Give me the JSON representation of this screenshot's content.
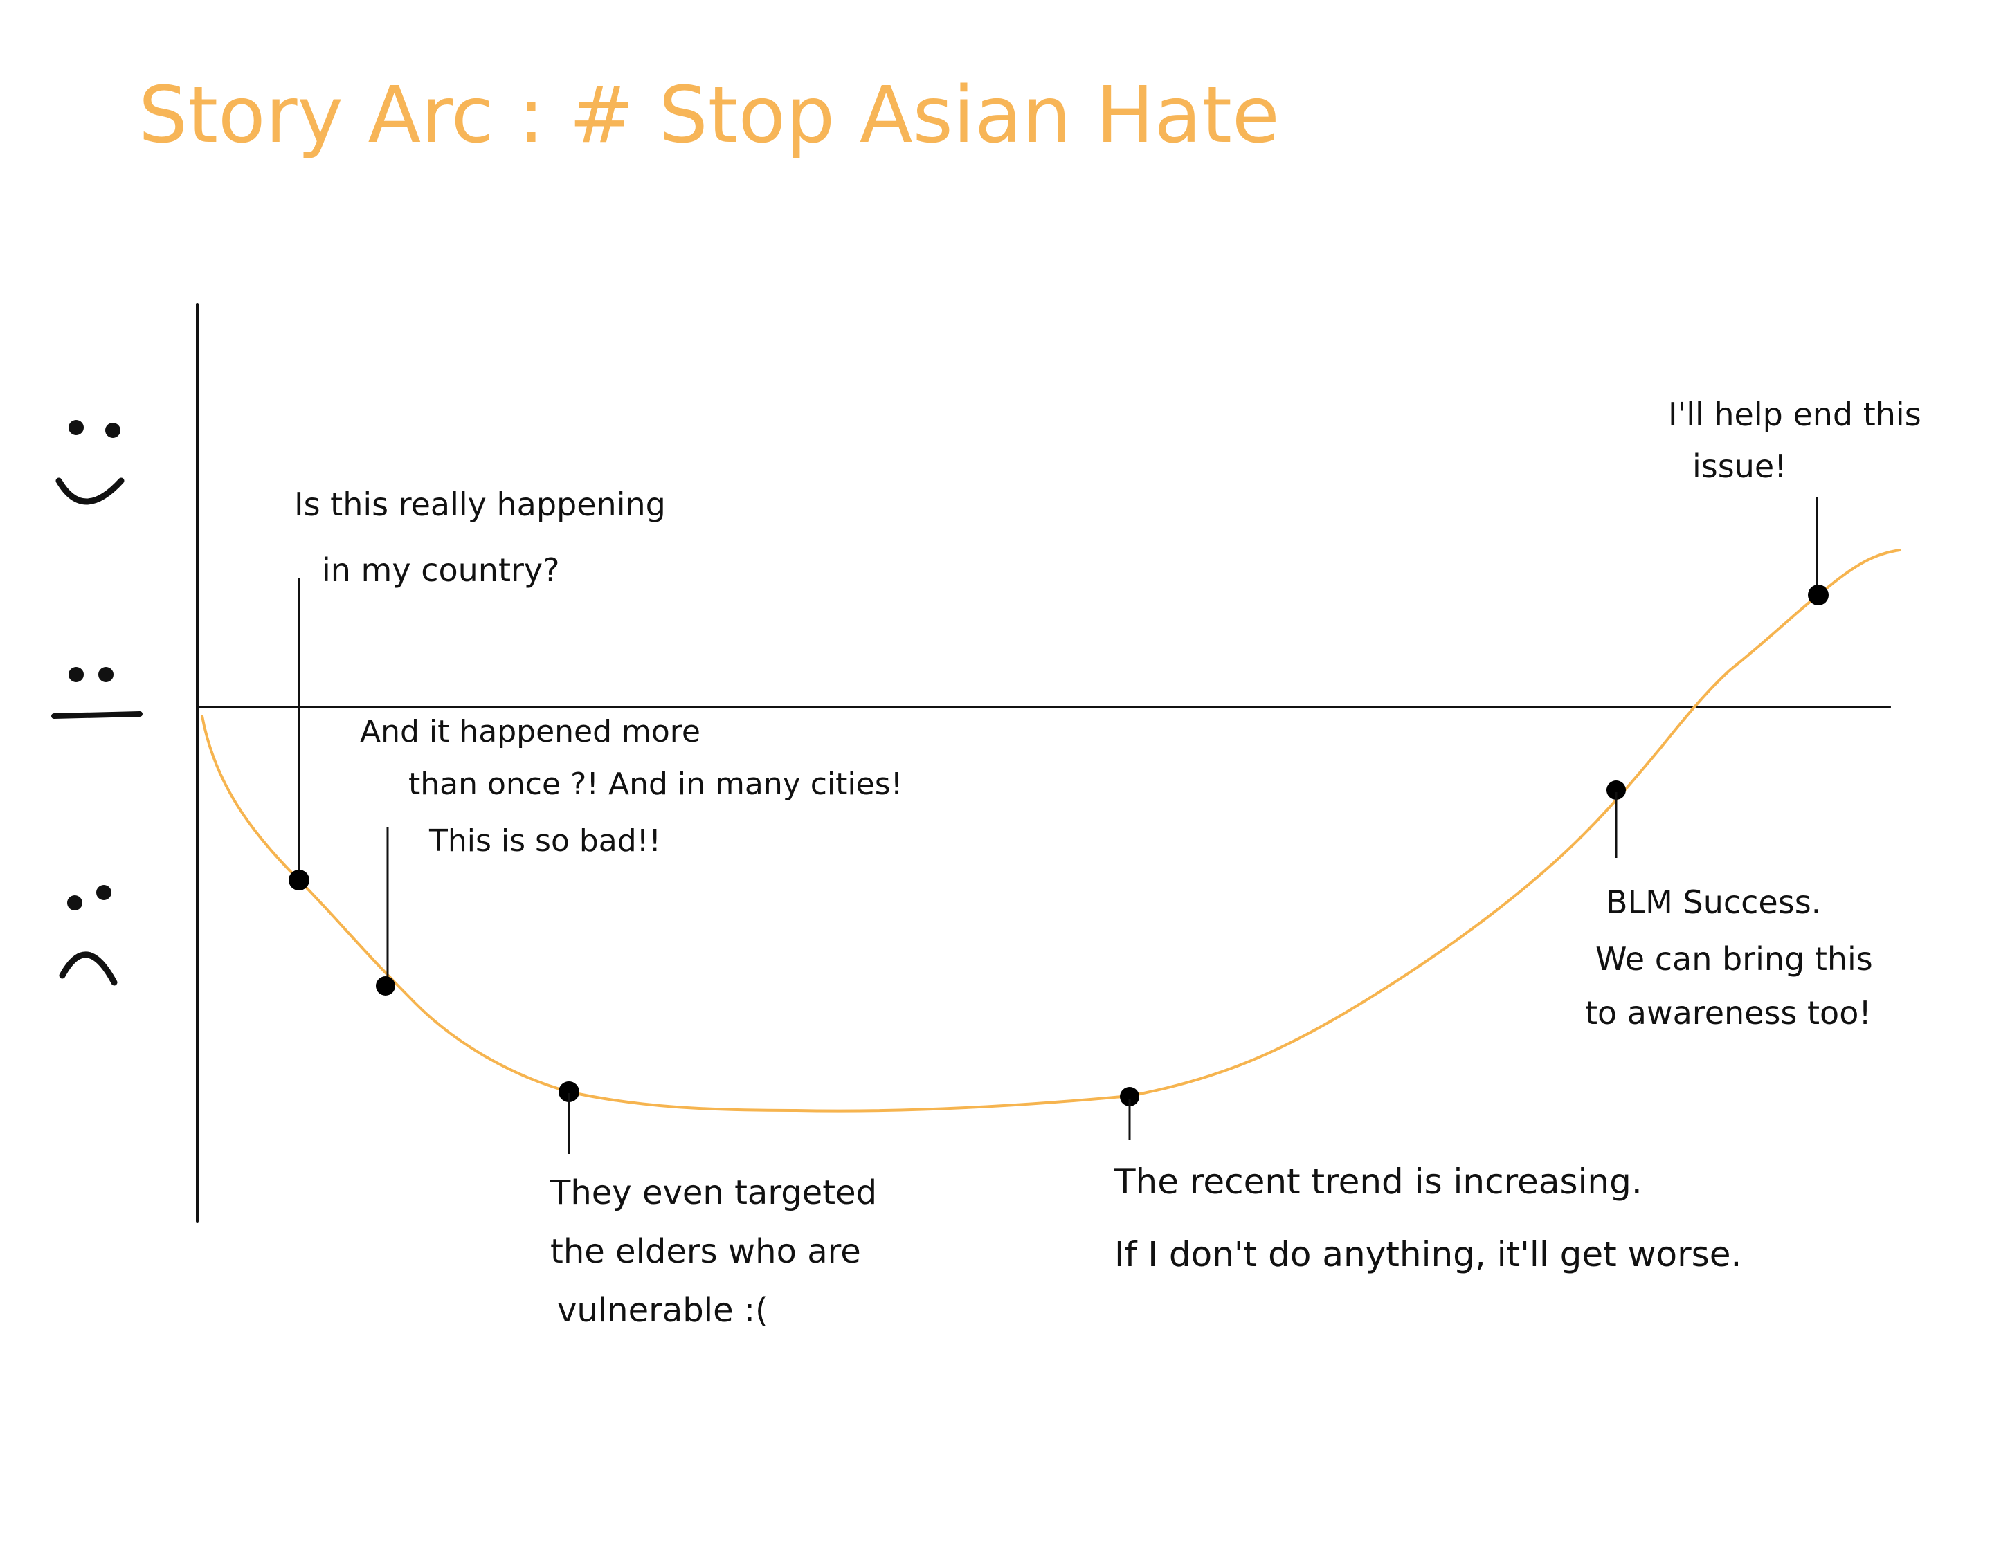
{
  "title": "Story Arc : # Stop Asian Hate",
  "colors": {
    "title": "#F7B557",
    "curve": "#F6B44F",
    "ink": "#111111",
    "background": "#FFFFFF"
  },
  "faces": [
    {
      "name": "happy-face-icon",
      "mood": "happy"
    },
    {
      "name": "neutral-face-icon",
      "mood": "neutral"
    },
    {
      "name": "sad-face-icon",
      "mood": "sad"
    }
  ],
  "annotations": [
    {
      "lines": [
        "Is this really happening",
        "in my country?"
      ]
    },
    {
      "lines": [
        "And it happened more",
        "than once ?! And in many cities!",
        "This is so bad!!"
      ]
    },
    {
      "lines": [
        "They even targeted",
        "the elders who are",
        "vulnerable :("
      ]
    },
    {
      "lines": [
        "The recent trend is increasing.",
        "If I don't do anything, it'll get worse."
      ]
    },
    {
      "lines": [
        "BLM Success.",
        "We can bring this",
        "to awareness too!"
      ]
    },
    {
      "lines": [
        "I'll help end this",
        "issue!"
      ]
    }
  ]
}
